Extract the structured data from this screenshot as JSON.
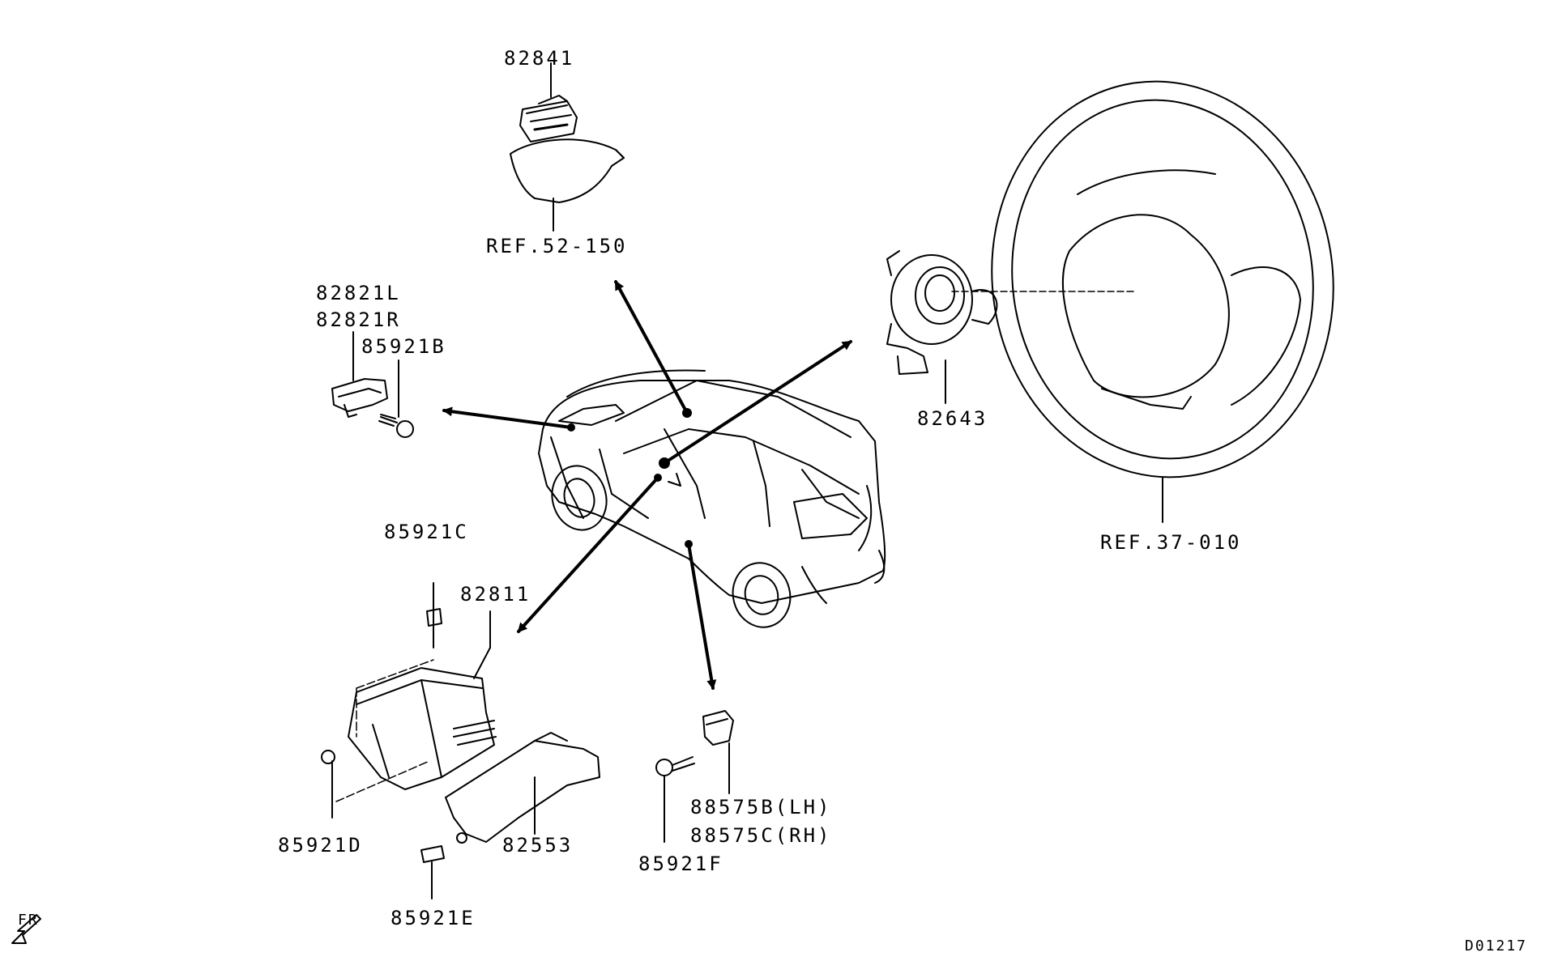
{
  "diagram": {
    "drawing_code": "D01217",
    "front_marker": "FR",
    "labels": {
      "p82841": "82841",
      "ref52": "REF.52-150",
      "p82821L": "82821L",
      "p82821R": "82821R",
      "p85921B": "85921B",
      "p82643": "82643",
      "ref37": "REF.37-010",
      "p85921C": "85921C",
      "p82811": "82811",
      "p85921D": "85921D",
      "p82553": "82553",
      "p85921E": "85921E",
      "p88575B": "88575B(LH)",
      "p88575C": "88575C(RH)",
      "p85921F": "85921F"
    }
  }
}
